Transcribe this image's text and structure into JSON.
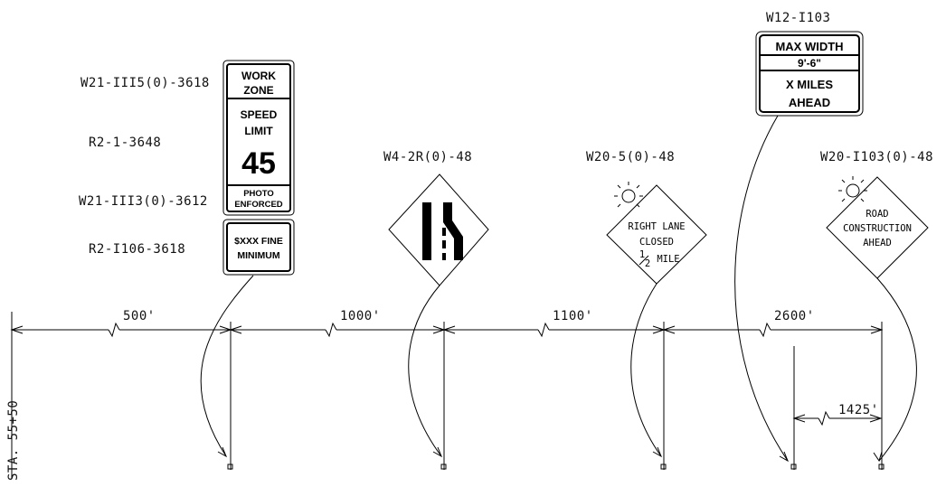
{
  "station_label": "STA. 55+50",
  "sign_codes": {
    "work_zone": "W21-III5(0)-3618",
    "speed_limit": "R2-1-3648",
    "photo_enforced": "W21-III3(0)-3612",
    "fine": "R2-I106-3618",
    "lane_merge": "W4-2R(0)-48",
    "right_lane_closed": "W20-5(0)-48",
    "max_width": "W12-I103",
    "road_construction": "W20-I103(0)-48"
  },
  "sign_text": {
    "work_zone_line1": "WORK",
    "work_zone_line2": "ZONE",
    "speed_line1": "SPEED",
    "speed_line2": "LIMIT",
    "speed_value": "45",
    "photo_line1": "PHOTO",
    "photo_line2": "ENFORCED",
    "fine_line1": "$XXX FINE",
    "fine_line2": "MINIMUM",
    "closed_line1": "RIGHT LANE",
    "closed_line2": "CLOSED",
    "closed_line3": "MILE",
    "half_num": "1",
    "half_den": "2",
    "construction_line1": "ROAD",
    "construction_line2": "CONSTRUCTION",
    "construction_line3": "AHEAD",
    "width_line1": "MAX WIDTH",
    "width_line2": "9'-6\"",
    "width_line3": "X MILES",
    "width_line4": "AHEAD"
  },
  "distances": {
    "d1": "500'",
    "d2": "1000'",
    "d3": "1100'",
    "d4": "2600'",
    "d5": "1425'"
  }
}
